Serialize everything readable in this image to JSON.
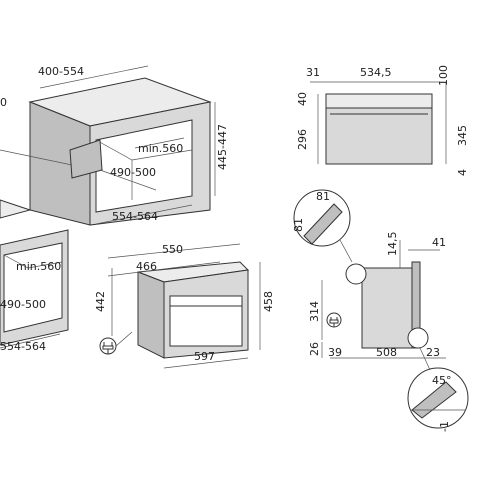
{
  "cabinet_top": {
    "width_range": "400-554",
    "cut_min_depth": "min.560",
    "cut_depth_range": "490-500",
    "cut_width_range": "554-564",
    "cut_height_range": "445-447",
    "partial_left": "0"
  },
  "cabinet_bottom": {
    "cut_min_depth": "min.560",
    "cut_depth_range": "490-500",
    "cut_width_range": "554-564"
  },
  "oven": {
    "depth": "550",
    "inner_width": "466",
    "height_body": "442",
    "height_total": "458",
    "width": "597"
  },
  "front_view": {
    "left_offset": "31",
    "panel_width": "534,5",
    "top_gap": "100",
    "panel_height": "40",
    "body_height": "296",
    "right_height": "345",
    "bottom_gap": "4"
  },
  "side_view": {
    "detail_top_a": "81",
    "detail_top_b": "81",
    "top_gap": "14,5",
    "front_depth": "41",
    "height": "314",
    "base_height": "26",
    "left_offset": "39",
    "depth": "508",
    "front_offset": "23",
    "angle": "45°",
    "detail_gap": "-1"
  }
}
